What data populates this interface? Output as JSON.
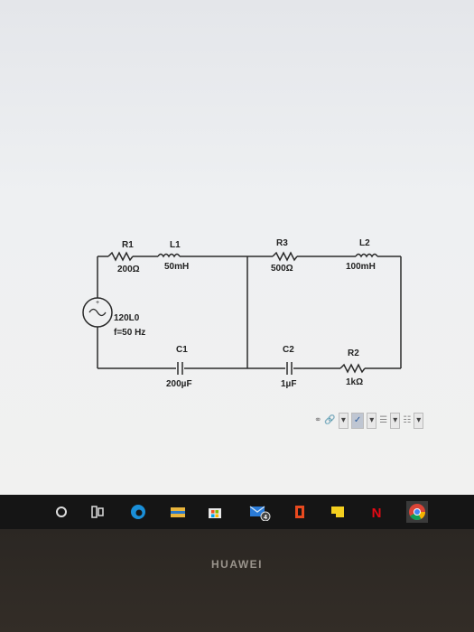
{
  "circuit": {
    "r1": {
      "name": "R1",
      "value": "200Ω"
    },
    "l1": {
      "name": "L1",
      "value": "50mH"
    },
    "r3": {
      "name": "R3",
      "value": "500Ω"
    },
    "l2": {
      "name": "L2",
      "value": "100mH"
    },
    "source": {
      "value": "120L0",
      "freq": "f=50 Hz"
    },
    "c1": {
      "name": "C1",
      "value": "200µF"
    },
    "c2": {
      "name": "C2",
      "value": "1µF"
    },
    "r2": {
      "name": "R2",
      "value": "1kΩ"
    }
  },
  "taskbar": {
    "mail_badge": "4",
    "netflix_letter": "N"
  },
  "device": {
    "brand": "HUAWEI"
  }
}
